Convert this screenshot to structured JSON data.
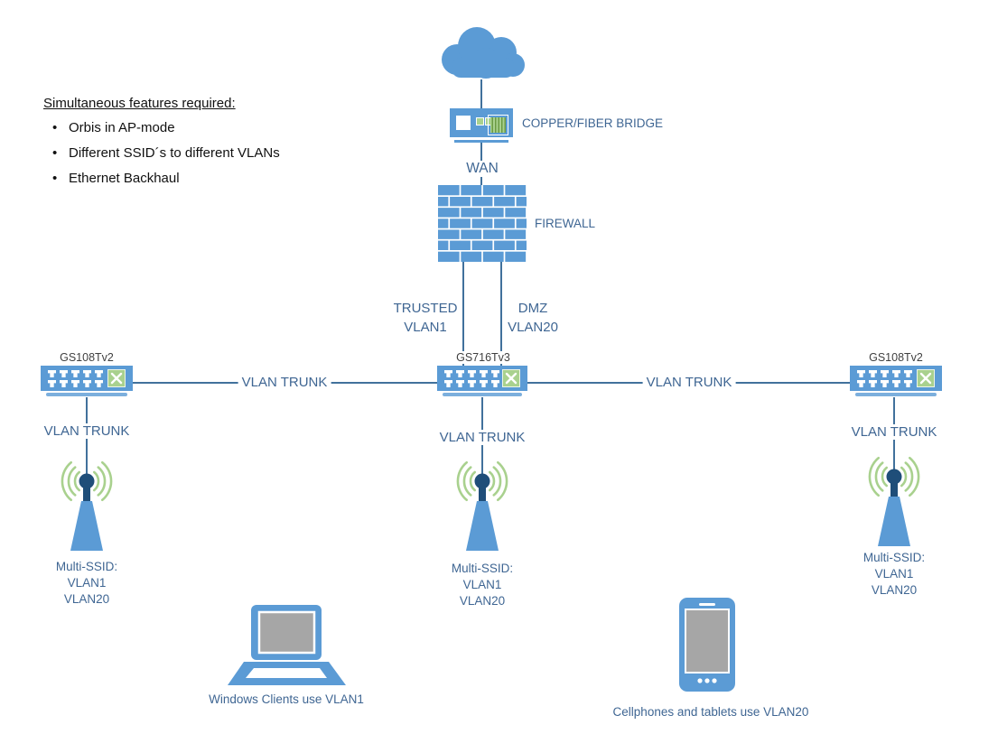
{
  "notes": {
    "title": "Simultaneous features required:",
    "bullets": [
      "Orbis in AP-mode",
      "Different SSID´s to different VLANs",
      "Ethernet Backhaul"
    ]
  },
  "labels": {
    "bridge": "COPPER/FIBER BRIDGE",
    "wan": "WAN",
    "firewall": "FIREWALL",
    "trusted": [
      "TRUSTED",
      "VLAN1"
    ],
    "dmz": [
      "DMZ",
      "VLAN20"
    ],
    "vlan_trunk": "VLAN TRUNK"
  },
  "switches": {
    "left": {
      "name": "GS108Tv2"
    },
    "center": {
      "name": "GS716Tv3"
    },
    "right": {
      "name": "GS108Tv2"
    }
  },
  "aps": {
    "left": {
      "lines": [
        "Multi-SSID:",
        "VLAN1",
        "VLAN20"
      ]
    },
    "center": {
      "lines": [
        "Multi-SSID:",
        "VLAN1",
        "VLAN20"
      ]
    },
    "right": {
      "lines": [
        "Multi-SSID:",
        "VLAN1",
        "VLAN20"
      ]
    }
  },
  "devices": {
    "laptop_caption": "Windows Clients use VLAN1",
    "phone_caption": "Cellphones and tablets use VLAN20"
  },
  "icons": {
    "cloud": "cloud-shape",
    "bridge": "media-converter-box",
    "firewall": "brick-wall",
    "switch": "ethernet-switch-box",
    "ap": "antenna-with-radio-waves",
    "laptop": "laptop-shape",
    "phone": "smartphone-shape"
  },
  "colors": {
    "shape_blue": "#5B9BD5",
    "line_blue": "#41719C",
    "label_blue": "#3F6693",
    "green": "#A9D18E",
    "antenna_navy": "#1F4E79",
    "screen_gray": "#A6A6A6",
    "device_name_gray": "#404040",
    "notes_black": "#111111"
  }
}
